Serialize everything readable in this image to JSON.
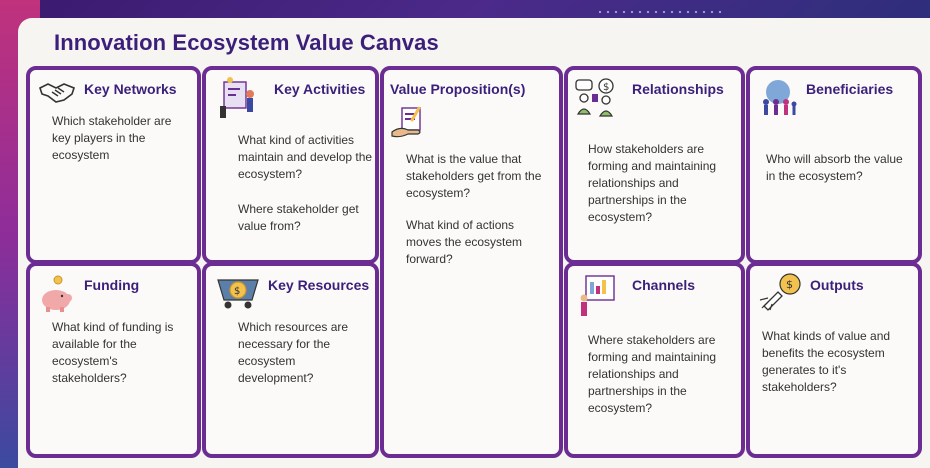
{
  "title": "Innovation Ecosystem Value Canvas",
  "boxes": {
    "key_networks": {
      "title": "Key Networks",
      "text": "Which stakeholder are key players in the ecosystem"
    },
    "key_activities": {
      "title": "Key Activities",
      "text1": "What kind of activities maintain and develop the ecosystem?",
      "text2": "Where stakeholder get value from?"
    },
    "value_proposition": {
      "title": "Value Proposition(s)",
      "text1": "What is the value that stakeholders get from the ecosystem?",
      "text2": "What kind of actions moves the ecosystem forward?"
    },
    "relationships": {
      "title": "Relationships",
      "text": "How stakeholders are forming and maintaining relationships and partnerships in the ecosystem?"
    },
    "beneficiaries": {
      "title": "Beneficiaries",
      "text": "Who will absorb the value in the ecosystem?"
    },
    "funding": {
      "title": "Funding",
      "text": "What kind of funding is available for the ecosystem's stakeholders?"
    },
    "key_resources": {
      "title": "Key Resources",
      "text": "Which resources are necessary for the ecosystem development?"
    },
    "channels": {
      "title": "Channels",
      "text": "Where stakeholders are forming and maintaining relationships and partnerships in the ecosystem?"
    },
    "outputs": {
      "title": "Outputs",
      "text": "What kinds of value and benefits the ecosystem generates to it's stakeholders?"
    }
  },
  "icons": {
    "key_networks": "handshake-icon",
    "key_activities": "activity-board-icon",
    "value_proposition": "hand-document-icon",
    "relationships": "people-money-icon",
    "beneficiaries": "people-group-icon",
    "funding": "piggy-bank-icon",
    "key_resources": "resource-cart-icon",
    "channels": "presentation-screen-icon",
    "outputs": "rocket-coin-icon"
  },
  "colors": {
    "border": "#6b2d91",
    "title": "#3b1f7a",
    "background": "#f7f5f2"
  }
}
